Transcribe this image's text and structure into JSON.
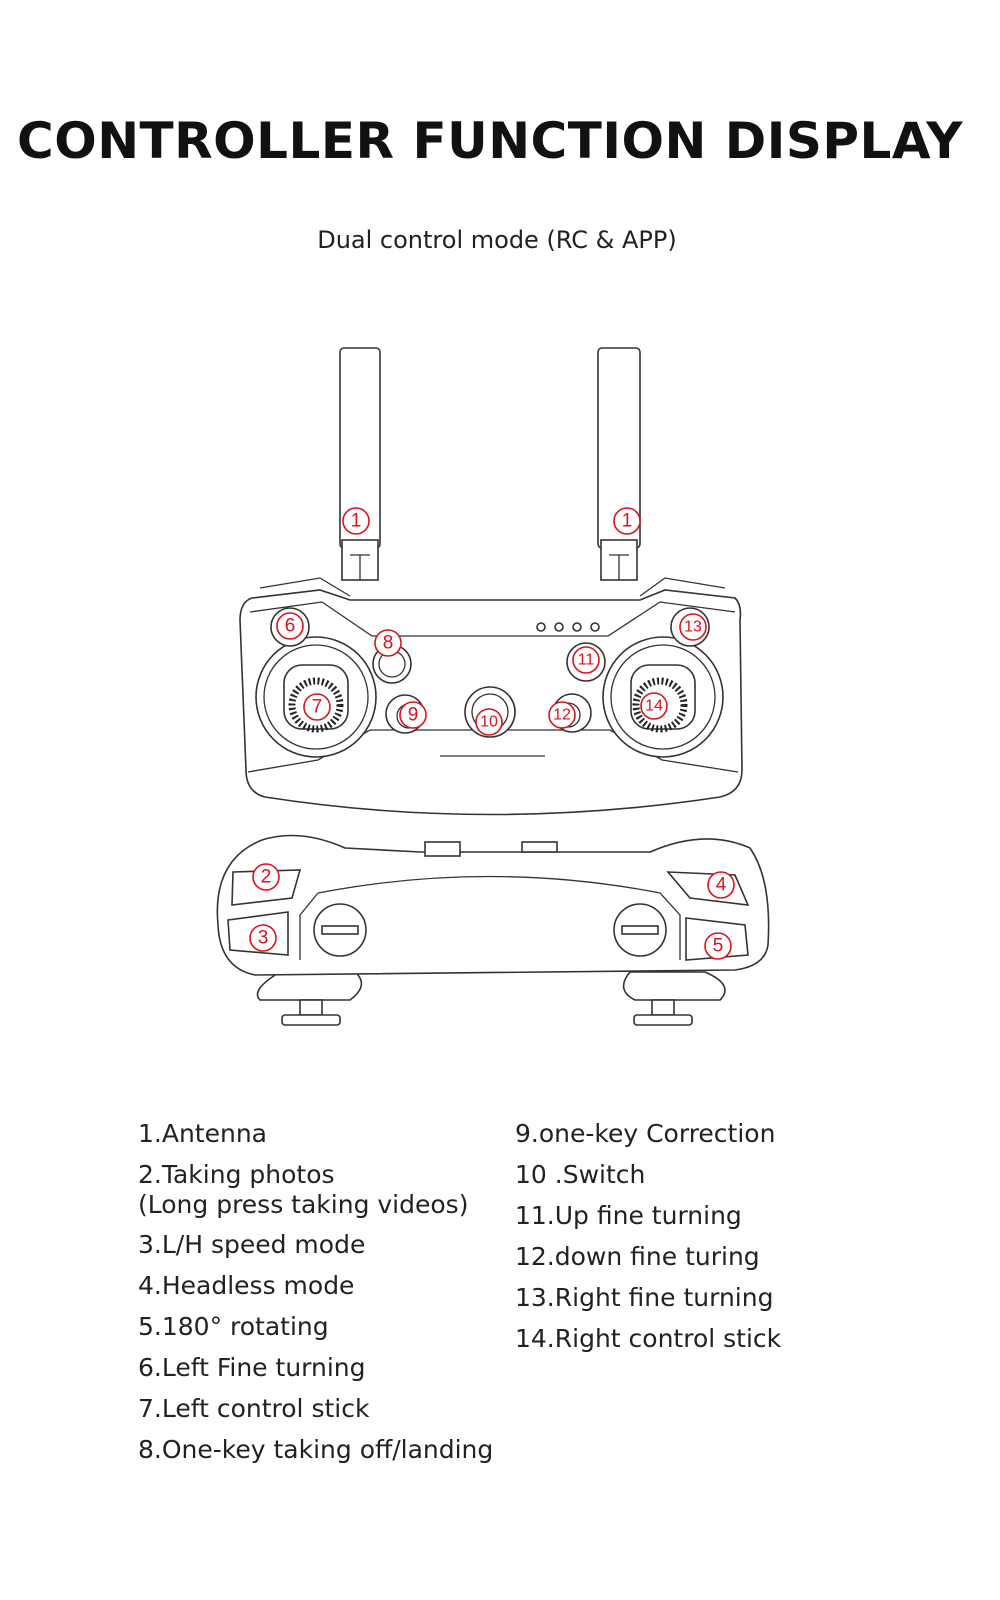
{
  "header": {
    "title": "CONTROLLER FUNCTION DISPLAY",
    "subtitle": "Dual control mode (RC & APP)"
  },
  "diagram": {
    "marker_color": "#d9141b",
    "markers": {
      "antenna_left": "1",
      "antenna_right": "1",
      "photo": "2",
      "speed": "3",
      "headless": "4",
      "rotate": "5",
      "left_fine": "6",
      "left_stick": "7",
      "takeoff": "8",
      "correction": "9",
      "switch": "10",
      "up_fine": "11",
      "down_fine": "12",
      "right_fine": "13",
      "right_stick": "14"
    }
  },
  "legend": {
    "left": [
      "1.Antenna",
      "2.Taking photos",
      "(Long press taking videos)",
      "3.L/H speed mode",
      "4.Headless mode",
      "5.180° rotating",
      "6.Left Fine turning",
      "7.Left control stick",
      "8.One-key taking off/landing"
    ],
    "right": [
      "9.one-key Correction",
      "10 .Switch",
      "11.Up fine turning",
      "12.down fine turing",
      "13.Right fine turning",
      "14.Right control stick"
    ]
  }
}
